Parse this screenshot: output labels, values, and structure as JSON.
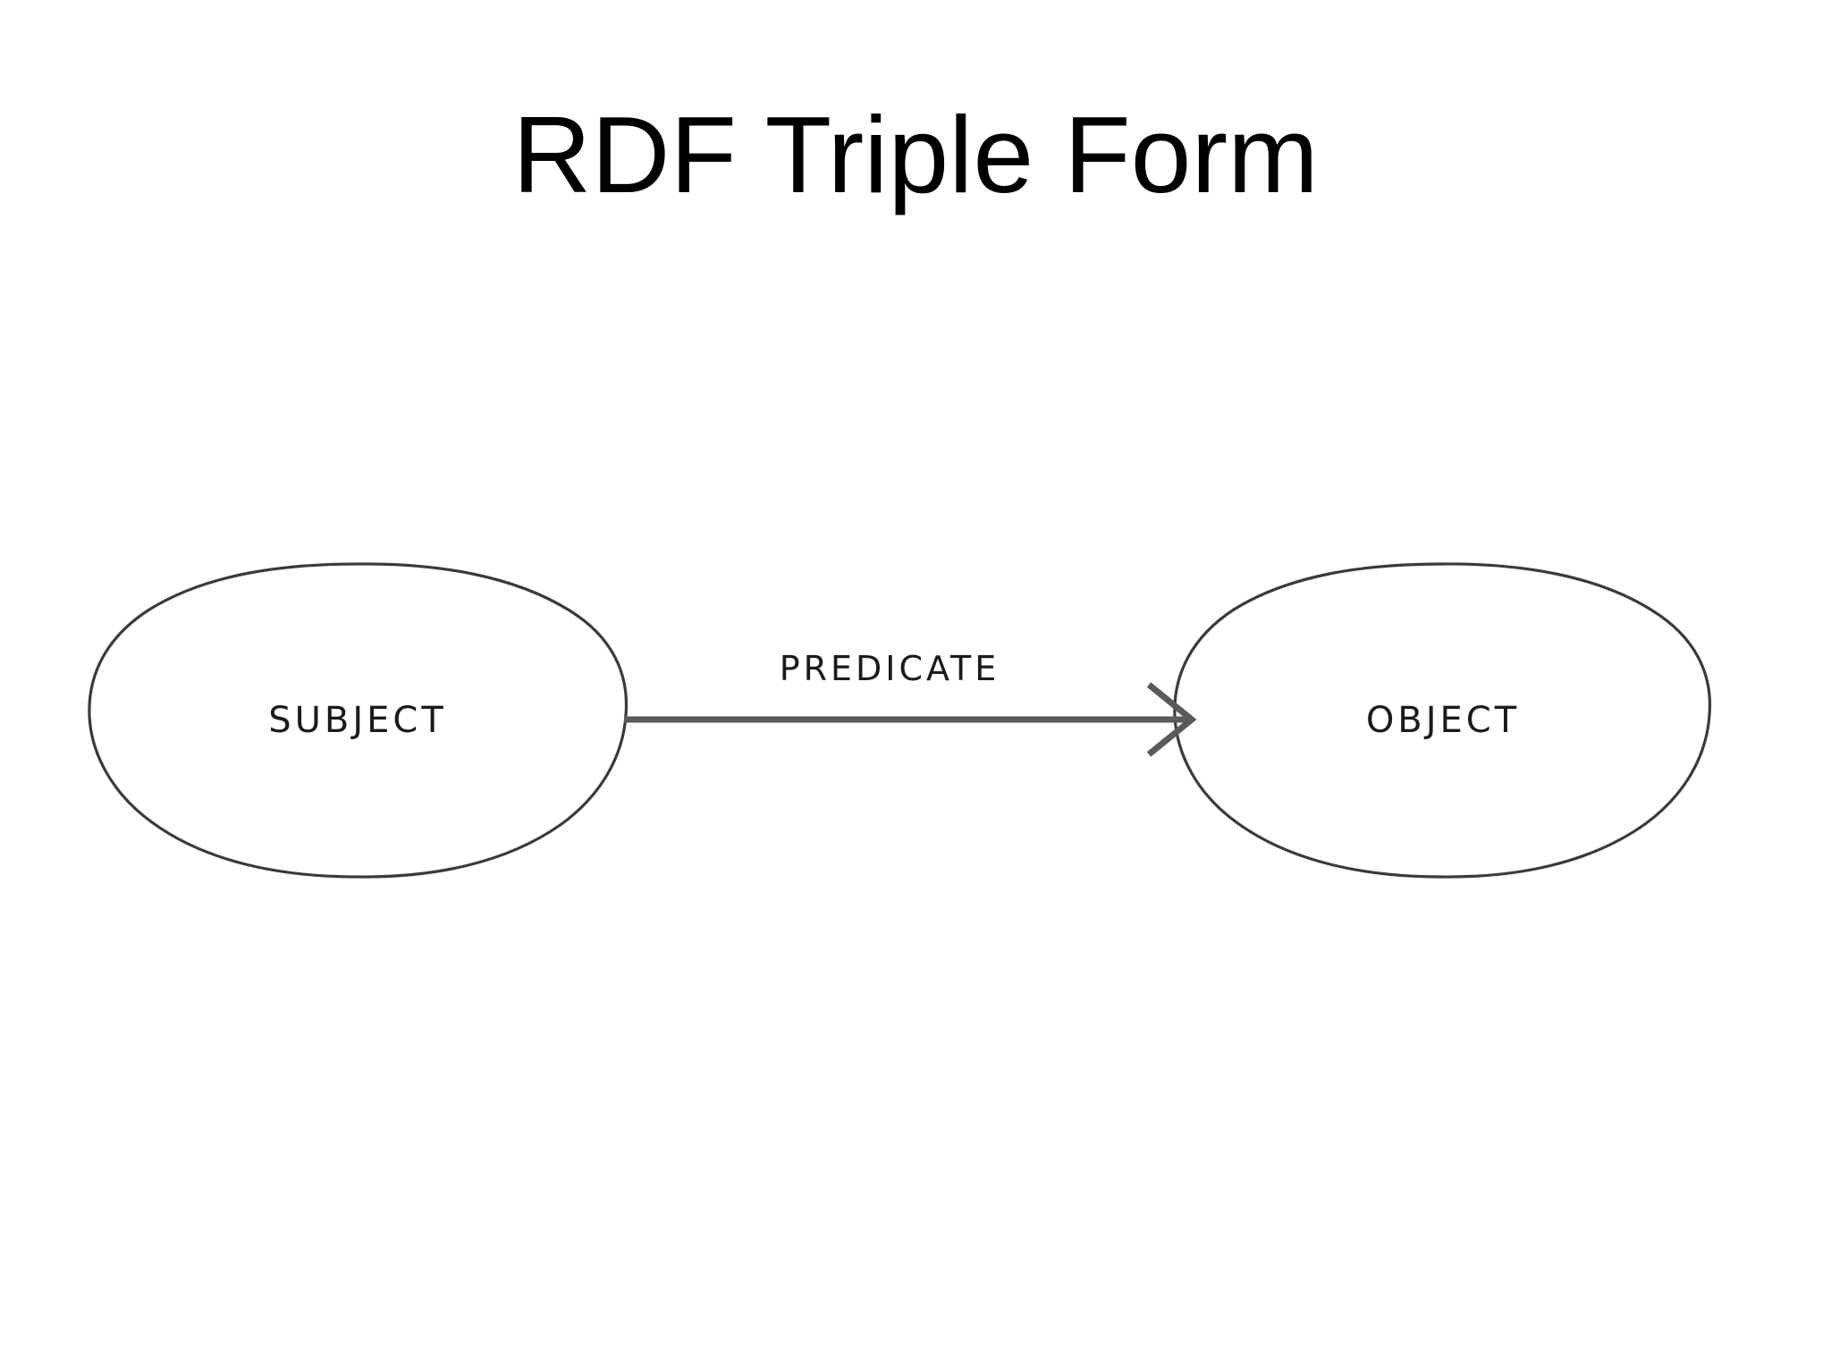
{
  "slide": {
    "title": "RDF Triple Form",
    "background_color": "#ffffff",
    "title_color": "#000000"
  },
  "diagram": {
    "type": "rdf-triple-graph",
    "edge_color": "#5a5a5a",
    "node_stroke_color": "#333333",
    "node_fill_color": "#ffffff",
    "nodes": [
      {
        "id": "subject",
        "label": "SUBJECT",
        "shape": "ellipse"
      },
      {
        "id": "object",
        "label": "OBJECT",
        "shape": "ellipse"
      }
    ],
    "edges": [
      {
        "from": "subject",
        "to": "object",
        "label": "PREDICATE",
        "arrow": "open-v"
      }
    ]
  }
}
